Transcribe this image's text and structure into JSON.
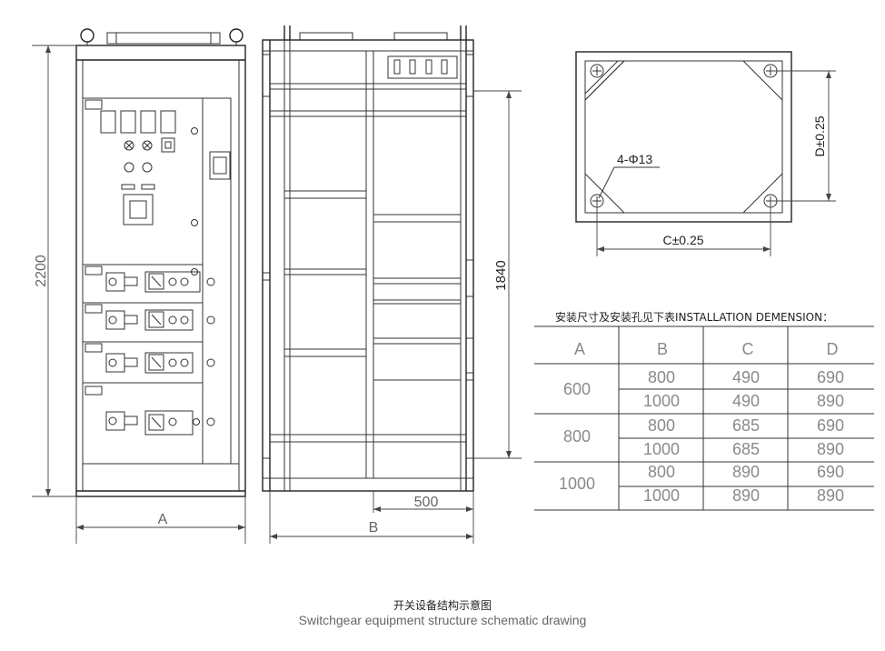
{
  "front_view": {
    "height_label": "2200",
    "width_label": "A"
  },
  "side_view": {
    "inner_height_label": "1840",
    "depth_label": "500",
    "width_label": "B"
  },
  "base_plan": {
    "hole_label": "4-Φ13",
    "c_label": "C±0.25",
    "d_label": "D±0.25"
  },
  "table": {
    "title": "安装尺寸及安装孔见下表INSTALLATION DEMENSION：",
    "headers": [
      "A",
      "B",
      "C",
      "D"
    ],
    "groups": [
      {
        "a": "600",
        "rows": [
          [
            "800",
            "490",
            "690"
          ],
          [
            "1000",
            "490",
            "890"
          ]
        ]
      },
      {
        "a": "800",
        "rows": [
          [
            "800",
            "685",
            "690"
          ],
          [
            "1000",
            "685",
            "890"
          ]
        ]
      },
      {
        "a": "1000",
        "rows": [
          [
            "800",
            "890",
            "690"
          ],
          [
            "1000",
            "890",
            "890"
          ]
        ]
      }
    ]
  },
  "caption": {
    "cn": "开关设备结构示意图",
    "en": "Switchgear equipment structure schematic drawing"
  }
}
